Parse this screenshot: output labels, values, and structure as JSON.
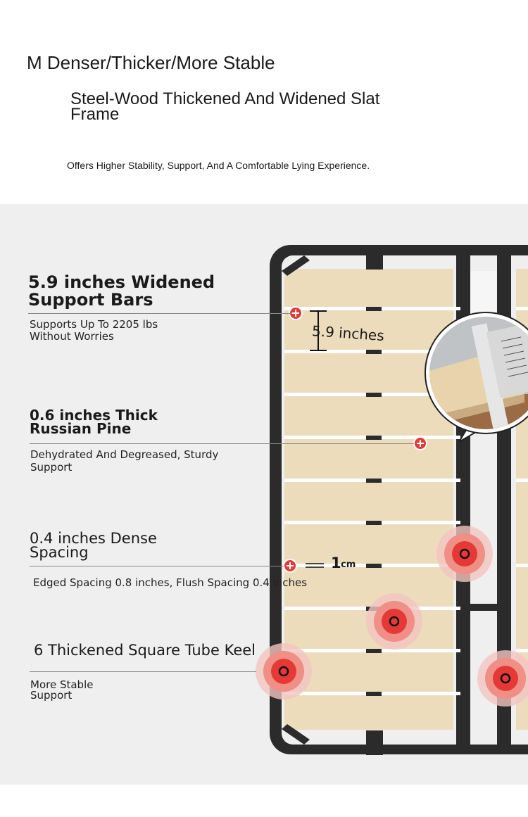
{
  "header": {
    "line1": "M Denser/Thicker/More Stable",
    "title": "Steel-Wood Thickened And Widened Slat Frame",
    "subtitle": "Offers Higher Stability, Support, And A Comfortable Lying Experience."
  },
  "features": [
    {
      "title": "5.9 inches Widened Support Bars",
      "desc": "Supports Up To 2205 lbs Without Worries"
    },
    {
      "title": "0.6 inches Thick Russian Pine",
      "desc": "Dehydrated And Degreased, Sturdy Support"
    },
    {
      "title": "0.4 inches Dense Spacing",
      "desc": "Edged Spacing 0.8 inches, Flush Spacing 0.4 inches"
    },
    {
      "title": "6 Thickened Square Tube Keel",
      "desc": "More Stable Support"
    }
  ],
  "annotations": {
    "width_measure": "5.9 inches",
    "gap_measure_value": "1",
    "gap_measure_unit": "cm"
  },
  "colors": {
    "panel_bg": "#efefef",
    "frame": "#2b2b2b",
    "slat": "#ecdcbc",
    "marker_red": "#e53935"
  }
}
